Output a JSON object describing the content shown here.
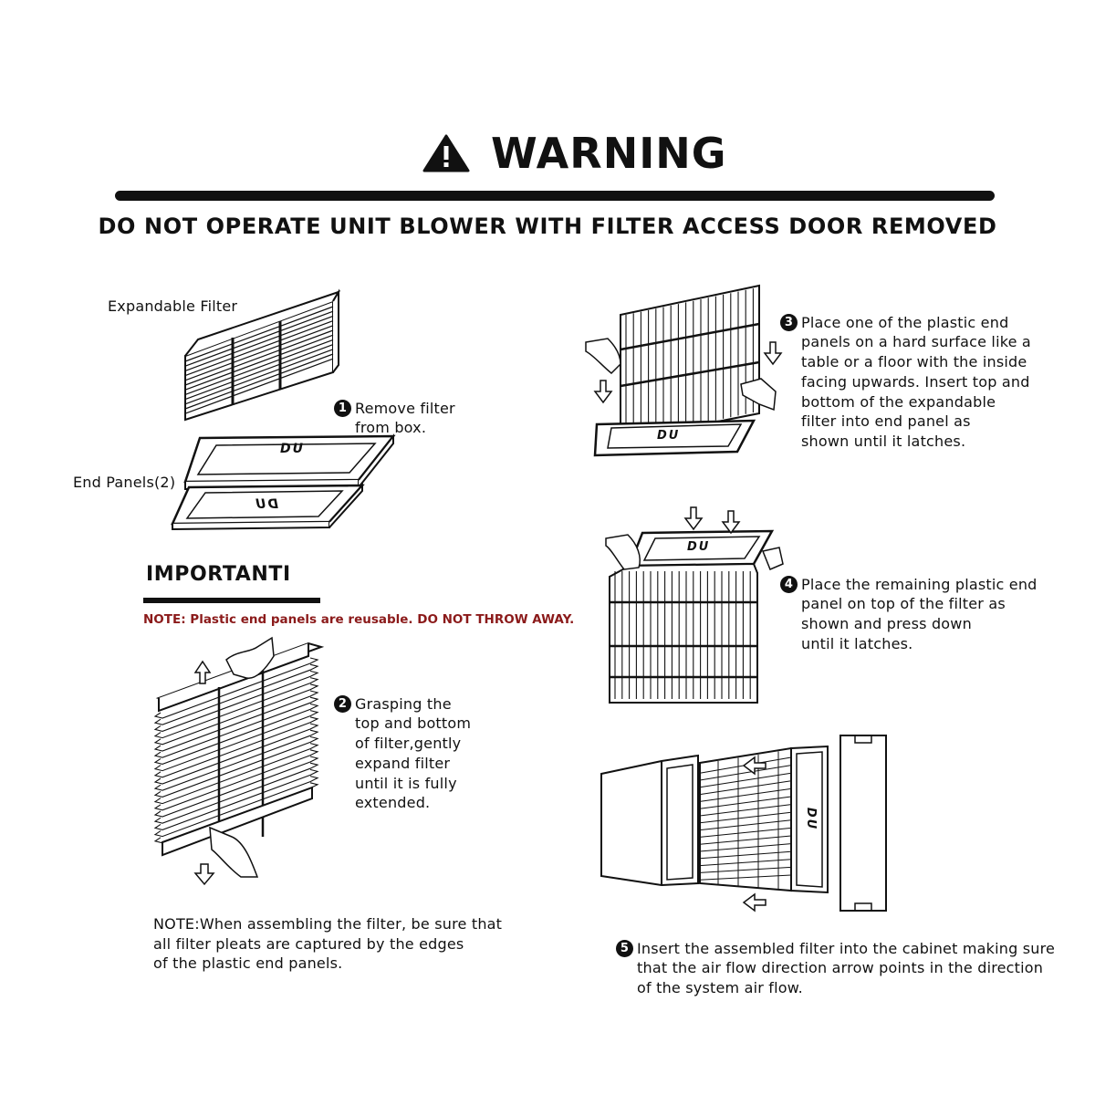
{
  "header": {
    "title": "WARNING",
    "subtitle": "DO NOT OPERATE UNIT BLOWER WITH FILTER ACCESS DOOR REMOVED"
  },
  "labels": {
    "expandable_filter": "Expandable Filter",
    "end_panels": "End Panels(2)",
    "panel_marking": "DU"
  },
  "important": {
    "title": "IMPORTANTI",
    "note": "NOTE: Plastic end panels are reusable. DO NOT THROW AWAY."
  },
  "steps": [
    {
      "number": "1",
      "text": "Remove filter\nfrom box."
    },
    {
      "number": "2",
      "text": "Grasping the\ntop and bottom\nof filter,gently\nexpand filter\nuntil it is fully\nextended."
    },
    {
      "number": "3",
      "text": "Place one of the plastic end\npanels on a hard surface like a\ntable or a floor with the inside\nfacing upwards. Insert top and\nbottom of the expandable\nfilter into end panel as\nshown until it latches."
    },
    {
      "number": "4",
      "text": "Place the remaining plastic end\npanel on top of the filter as\nshown and press down\nuntil it latches."
    },
    {
      "number": "5",
      "text": "Insert the assembled filter into the cabinet making sure\nthat the air flow direction arrow points in the direction\nof the system air flow."
    }
  ],
  "assembly_note": "NOTE:When assembling the filter, be sure that\nall filter pleats are captured by the edges\nof the plastic end panels.",
  "icons": {
    "warning": "warning-triangle-icon",
    "arrow": "arrow-icon",
    "hand": "hand-icon"
  },
  "colors": {
    "text": "#111111",
    "note_red": "#8b1a1a",
    "background": "#ffffff"
  }
}
